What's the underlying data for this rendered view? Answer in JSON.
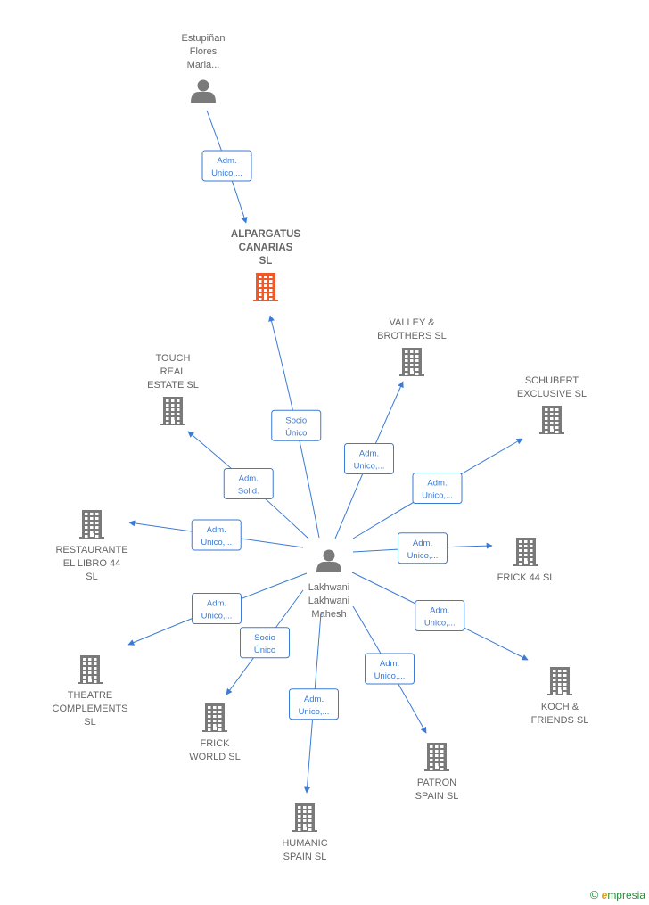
{
  "colors": {
    "edge": "#3a7bd5",
    "node": "#7a7a7a",
    "focus": "#f05a28",
    "label": "#666666"
  },
  "nodes": [
    {
      "id": "estupinan",
      "type": "person",
      "lines": [
        "Estupiñan",
        "Flores",
        "Maria..."
      ]
    },
    {
      "id": "alpargatus",
      "type": "company",
      "focus": true,
      "lines": [
        "ALPARGATUS",
        "CANARIAS",
        "SL"
      ]
    },
    {
      "id": "valley",
      "type": "company",
      "lines": [
        "VALLEY &",
        "BROTHERS  SL"
      ]
    },
    {
      "id": "schubert",
      "type": "company",
      "lines": [
        "SCHUBERT",
        "EXCLUSIVE  SL"
      ]
    },
    {
      "id": "touch",
      "type": "company",
      "lines": [
        "TOUCH",
        "REAL",
        "ESTATE  SL"
      ]
    },
    {
      "id": "restaurante",
      "type": "company",
      "lines": [
        "RESTAURANTE",
        "EL LIBRO 44",
        "SL"
      ]
    },
    {
      "id": "frick44",
      "type": "company",
      "lines": [
        "FRICK 44  SL"
      ]
    },
    {
      "id": "lakhwani",
      "type": "person",
      "lines": [
        "Lakhwani",
        "Lakhwani",
        "Mahesh"
      ]
    },
    {
      "id": "theatre",
      "type": "company",
      "lines": [
        "THEATRE",
        "COMPLEMENTS",
        "SL"
      ]
    },
    {
      "id": "koch",
      "type": "company",
      "lines": [
        "KOCH &",
        "FRIENDS  SL"
      ]
    },
    {
      "id": "frickworld",
      "type": "company",
      "lines": [
        "FRICK",
        "WORLD  SL"
      ]
    },
    {
      "id": "patron",
      "type": "company",
      "lines": [
        "PATRON",
        "SPAIN  SL"
      ]
    },
    {
      "id": "humanic",
      "type": "company",
      "lines": [
        "HUMANIC",
        "SPAIN  SL"
      ]
    }
  ],
  "edges": [
    {
      "from": "estupinan",
      "to": "alpargatus",
      "lines": [
        "Adm.",
        "Unico,..."
      ]
    },
    {
      "from": "lakhwani",
      "to": "alpargatus",
      "lines": [
        "Socio",
        "Único"
      ]
    },
    {
      "from": "lakhwani",
      "to": "valley",
      "lines": [
        "Adm.",
        "Unico,..."
      ]
    },
    {
      "from": "lakhwani",
      "to": "schubert",
      "lines": [
        "Adm.",
        "Unico,..."
      ]
    },
    {
      "from": "lakhwani",
      "to": "touch",
      "lines": [
        "Adm.",
        "Solid."
      ]
    },
    {
      "from": "lakhwani",
      "to": "restaurante",
      "lines": [
        "Adm.",
        "Unico,..."
      ]
    },
    {
      "from": "lakhwani",
      "to": "frick44",
      "lines": [
        "Adm.",
        "Unico,..."
      ]
    },
    {
      "from": "lakhwani",
      "to": "theatre",
      "lines": [
        "Adm.",
        "Unico,..."
      ]
    },
    {
      "from": "lakhwani",
      "to": "koch",
      "lines": [
        "Adm.",
        "Unico,..."
      ]
    },
    {
      "from": "lakhwani",
      "to": "frickworld",
      "lines": [
        "Socio",
        "Único"
      ]
    },
    {
      "from": "lakhwani",
      "to": "patron",
      "lines": [
        "Adm.",
        "Unico,..."
      ]
    },
    {
      "from": "lakhwani",
      "to": "humanic",
      "lines": [
        "Adm.",
        "Unico,..."
      ]
    }
  ],
  "brand": {
    "copyright": "©",
    "first": "e",
    "rest": "mpresia"
  }
}
